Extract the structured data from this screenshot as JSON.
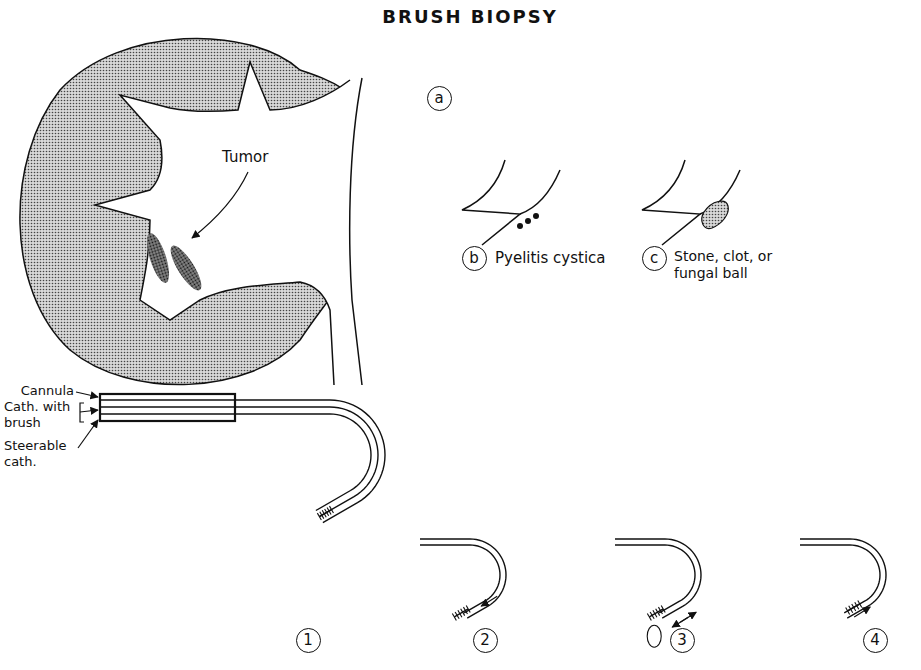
{
  "diagram": {
    "title": "BRUSH BIOPSY",
    "nodes": [
      {
        "text": [
          "a"
        ]
      },
      {
        "text": [
          "b"
        ]
      },
      {
        "text": [
          "c"
        ]
      },
      {
        "text": [
          "1"
        ]
      },
      {
        "text": [
          "2"
        ]
      },
      {
        "text": [
          "3"
        ]
      },
      {
        "text": [
          "4"
        ]
      }
    ],
    "labels": [
      "Tumor",
      "Pyelitis cystica",
      "Stone, clot, or fungal ball",
      "Cannula",
      "Cath. with brush",
      "Steerable cath."
    ]
  }
}
